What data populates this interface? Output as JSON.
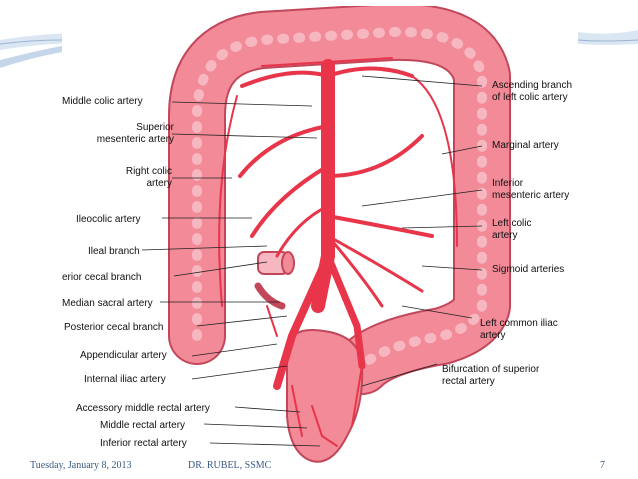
{
  "slide": {
    "footer_date": "Tuesday, January 8, 2013",
    "footer_author": "DR. RUBEL, SSMC",
    "page_number": "7",
    "accent_color": "#4f81bd",
    "vessel_color": "#e8354a",
    "colon_color": "#f28a98"
  },
  "diagram": {
    "labels_left": {
      "middle_colic": "Middle colic artery",
      "superior_mesenteric_1": "Superior",
      "superior_mesenteric_2": "mesenteric artery",
      "right_colic_1": "Right colic",
      "right_colic_2": "artery",
      "ileocolic": "Ileocolic artery",
      "ileal_branch": "Ileal branch",
      "anterior_cecal": "erior cecal branch",
      "median_sacral": "Median sacral artery",
      "posterior_cecal": "Posterior cecal branch",
      "appendicular": "Appendicular artery",
      "internal_iliac": "Internal iliac artery",
      "accessory_middle_rectal": "Accessory middle rectal artery",
      "middle_rectal": "Middle rectal artery",
      "inferior_rectal": "Inferior rectal artery"
    },
    "labels_right": {
      "ascending_branch_1": "Ascending branch",
      "ascending_branch_2": "of left colic artery",
      "marginal": "Marginal artery",
      "inferior_mesenteric_1": "Inferior",
      "inferior_mesenteric_2": "mesenteric artery",
      "left_colic_1": "Left colic",
      "left_colic_2": "artery",
      "sigmoid": "Sigmoid arteries",
      "left_common_iliac_1": "Left common iliac",
      "left_common_iliac_2": "artery",
      "bifurcation_1": "Bifurcation of superior",
      "bifurcation_2": "rectal artery"
    }
  }
}
